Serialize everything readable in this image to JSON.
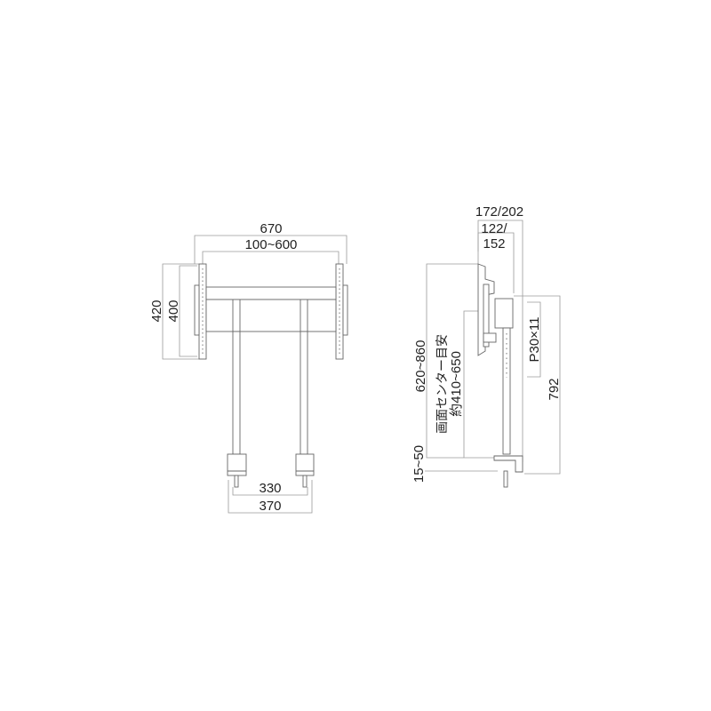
{
  "front_view": {
    "overall_width": "670",
    "vesa_width": "100~600",
    "overall_height": "420",
    "vesa_height": "400",
    "clamp_inner": "330",
    "clamp_outer": "370"
  },
  "side_view": {
    "depth_total": "172/202",
    "depth_plate_line1": "122/",
    "depth_plate_line2": "152",
    "overall_height": "620~860",
    "screen_center_label": "画面センター目安",
    "screen_center_range": "約410~650",
    "pitch": "P30×11",
    "post_height": "792",
    "desk_thickness": "15~50"
  }
}
